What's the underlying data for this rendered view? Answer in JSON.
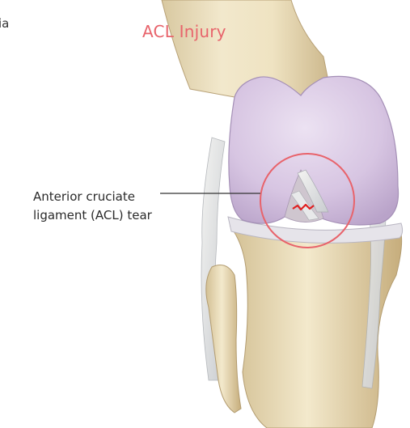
{
  "figure": {
    "title": "ACL Injury",
    "cut_off_text": "ia",
    "callout": {
      "line1": "Anterior cruciate",
      "line2": "ligament (ACL) tear"
    },
    "highlight_color": "#e8636b",
    "tear_color": "#e02020",
    "cartilage_color": "#d9c8e4"
  }
}
